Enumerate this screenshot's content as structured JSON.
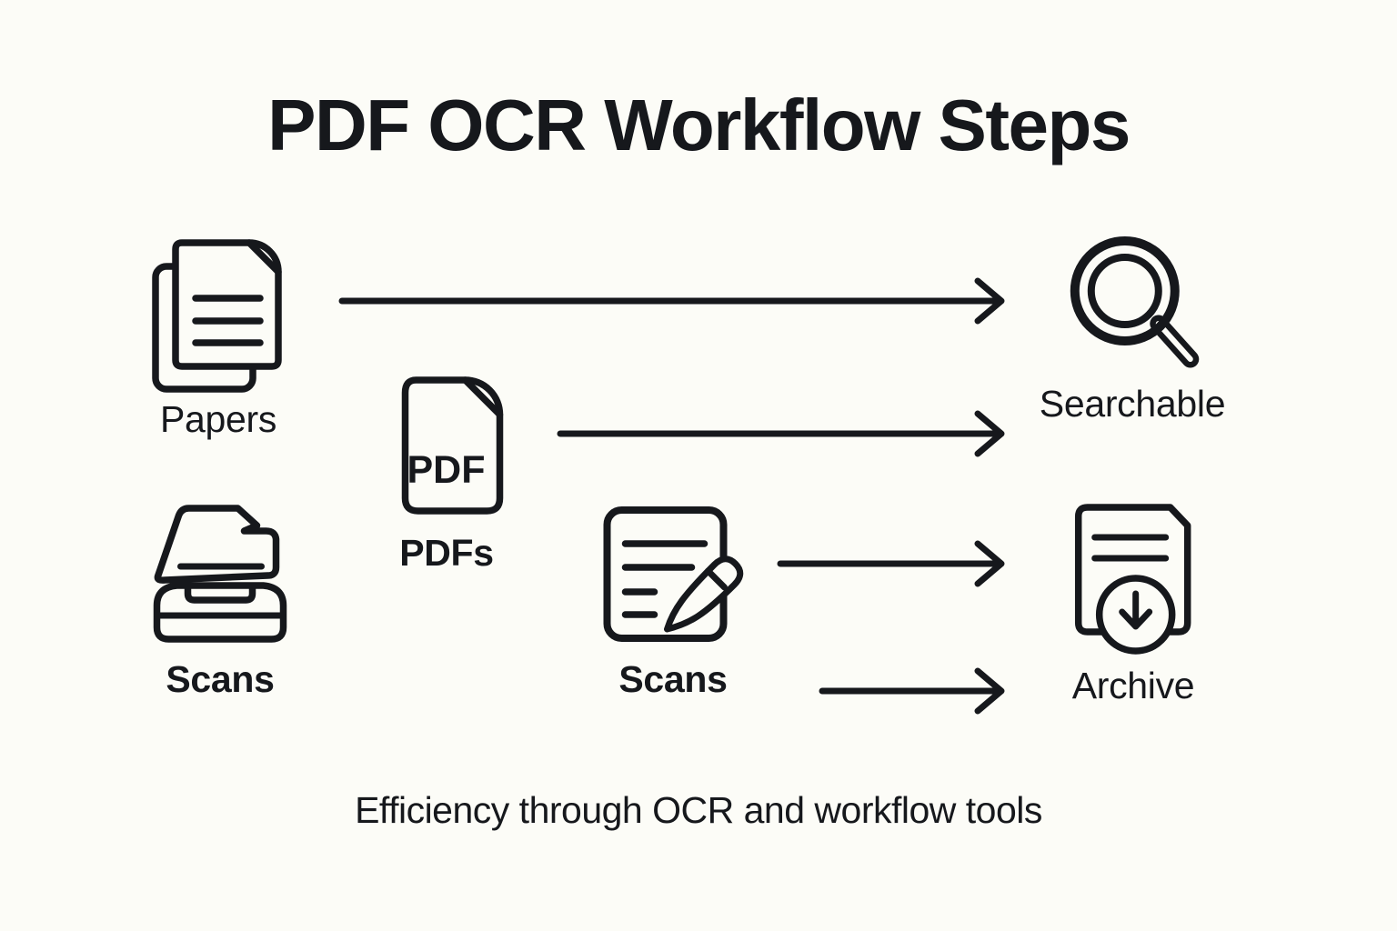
{
  "colors": {
    "background": "#FCFCF7",
    "ink": "#16181C"
  },
  "title": "PDF OCR Workflow Steps",
  "subtitle": "Efficiency through OCR and workflow tools",
  "nodes": {
    "papers": {
      "label": "Papers",
      "icon": "stacked-documents"
    },
    "pdfs": {
      "label": "PDFs",
      "icon": "pdf-file",
      "badge": "PDF"
    },
    "scans_scanner": {
      "label": "Scans",
      "icon": "flatbed-scanner"
    },
    "scans_document": {
      "label": "Scans",
      "icon": "document-with-pen"
    },
    "searchable": {
      "label": "Searchable",
      "icon": "magnifying-glass"
    },
    "archive": {
      "label": "Archive",
      "icon": "document-archive-download"
    }
  },
  "connections": [
    {
      "from": "Papers",
      "to": "Searchable"
    },
    {
      "from": "PDFs",
      "to": "Searchable"
    },
    {
      "from": "Scans (document)",
      "to": "Archive"
    },
    {
      "from": "Scans (scanner)",
      "to": "Archive"
    }
  ]
}
